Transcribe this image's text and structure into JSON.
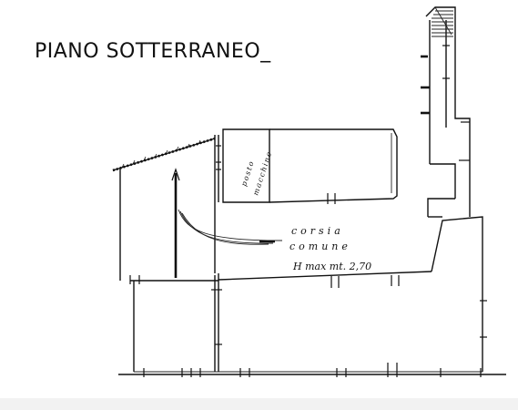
{
  "plan": {
    "title": "PIANO SOTTERRANEO_",
    "rooms": {
      "parking_line1": "posto",
      "parking_line2": "macchine",
      "corridor_line1": "corsia",
      "corridor_line2": "comune",
      "max_height": "H max mt. 2,70"
    }
  }
}
